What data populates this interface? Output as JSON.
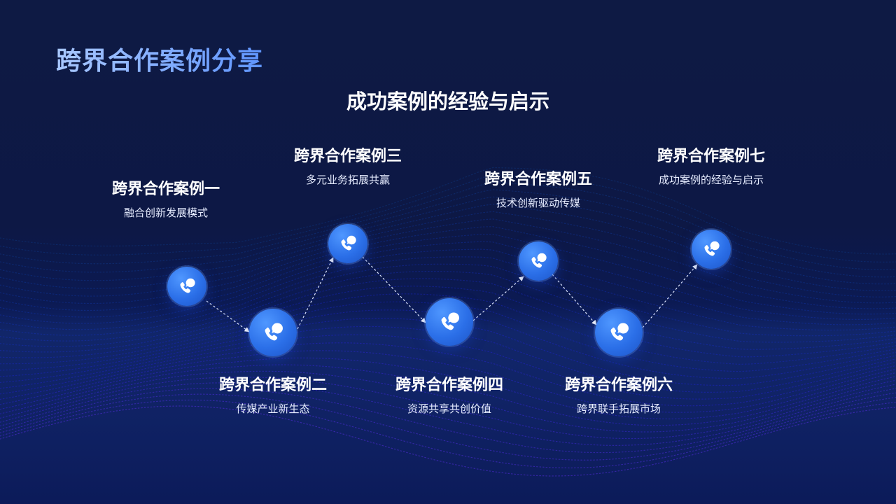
{
  "header": {
    "title": "跨界合作案例分享",
    "subtitle": "成功案例的经验与启示"
  },
  "cases": [
    {
      "title": "跨界合作案例一",
      "desc": "融合创新发展模式"
    },
    {
      "title": "跨界合作案例二",
      "desc": "传媒产业新生态"
    },
    {
      "title": "跨界合作案例三",
      "desc": "多元业务拓展共赢"
    },
    {
      "title": "跨界合作案例四",
      "desc": "资源共享共创价值"
    },
    {
      "title": "跨界合作案例五",
      "desc": "技术创新驱动传媒"
    },
    {
      "title": "跨界合作案例六",
      "desc": "跨界联手拓展市场"
    },
    {
      "title": "跨界合作案例七",
      "desc": "成功案例的经验与启示"
    }
  ],
  "icons": {
    "node_icon": "phone-chat-icon"
  },
  "colors": {
    "background": "#0c1740",
    "title_gradient_start": "#a9c8ff",
    "title_gradient_end": "#5f95ff",
    "node_blue": "#2b6fe8"
  }
}
